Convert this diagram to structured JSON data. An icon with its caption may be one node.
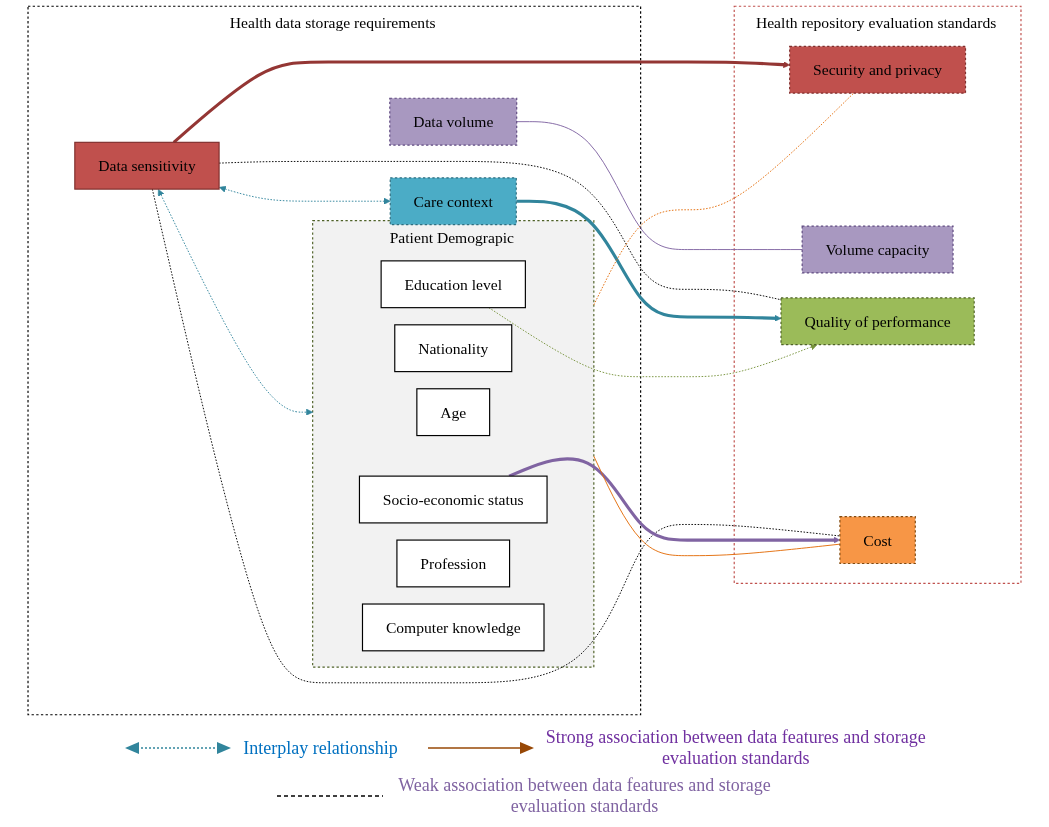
{
  "diagram": {
    "nodes": [
      {
        "text": [
          "Health data storage requirements"
        ]
      },
      {
        "text": [
          "Data sensitivity"
        ],
        "in": 0
      },
      {
        "text": [
          "Data volume"
        ],
        "in": 0
      },
      {
        "text": [
          "Care context"
        ],
        "in": 0
      },
      {
        "text": [
          "Patient Demograpic"
        ],
        "in": 0
      },
      {
        "text": [
          "Age"
        ],
        "in": 4
      },
      {
        "text": [
          "Nationality"
        ],
        "in": 4
      },
      {
        "text": [
          "Socio-economic status"
        ],
        "in": 4
      },
      {
        "text": [
          "Education level"
        ],
        "in": 4
      },
      {
        "text": [
          "Profession"
        ],
        "in": 4
      },
      {
        "text": [
          "Computer knowledge"
        ],
        "in": 4
      },
      {
        "text": [
          "Health repository evaluation standards"
        ]
      },
      {
        "text": [
          "Security and privacy"
        ],
        "in": 11
      },
      {
        "text": [
          "Volume capacity"
        ],
        "in": 11
      },
      {
        "text": [
          "Quality of performance"
        ],
        "in": 11
      },
      {
        "text": [
          "Cost"
        ],
        "in": 11
      }
    ],
    "edges": [
      {
        "from": 1,
        "to": 3,
        "arrow": "both",
        "style": "dashed",
        "color": "#31859c"
      },
      {
        "from": 1,
        "to": 4,
        "arrow": "both",
        "style": "dashed",
        "color": "#31859c"
      },
      {
        "from": 1,
        "to": 12,
        "arrow": "to",
        "style": "thick",
        "color": "#943634"
      },
      {
        "from": 1,
        "to": 14,
        "arrow": "none",
        "style": "dashed",
        "color": "#000000"
      },
      {
        "from": 1,
        "to": 15,
        "arrow": "none",
        "style": "dashed",
        "color": "#000000"
      },
      {
        "from": 2,
        "to": 13,
        "arrow": "none",
        "color": "#8064a2"
      },
      {
        "from": 3,
        "to": 14,
        "arrow": "to",
        "style": "thick",
        "color": "#31859c"
      },
      {
        "from": 4,
        "to": 12,
        "arrow": "none",
        "style": "dashed",
        "color": "#e36c09"
      },
      {
        "from": 4,
        "to": 15,
        "arrow": "none",
        "color": "#e36c09"
      },
      {
        "from": 7,
        "to": 15,
        "arrow": "to",
        "style": "thick",
        "color": "#8064a2"
      },
      {
        "from": 8,
        "to": 14,
        "arrow": "to",
        "style": "dashed",
        "color": "#77933c"
      }
    ],
    "legend": [
      {
        "text": "Interplay relationship"
      },
      {
        "text": "Strong association between data features and storage evaluation standards"
      },
      {
        "text": "Weak association between data features and storage evaluation standards"
      }
    ]
  }
}
